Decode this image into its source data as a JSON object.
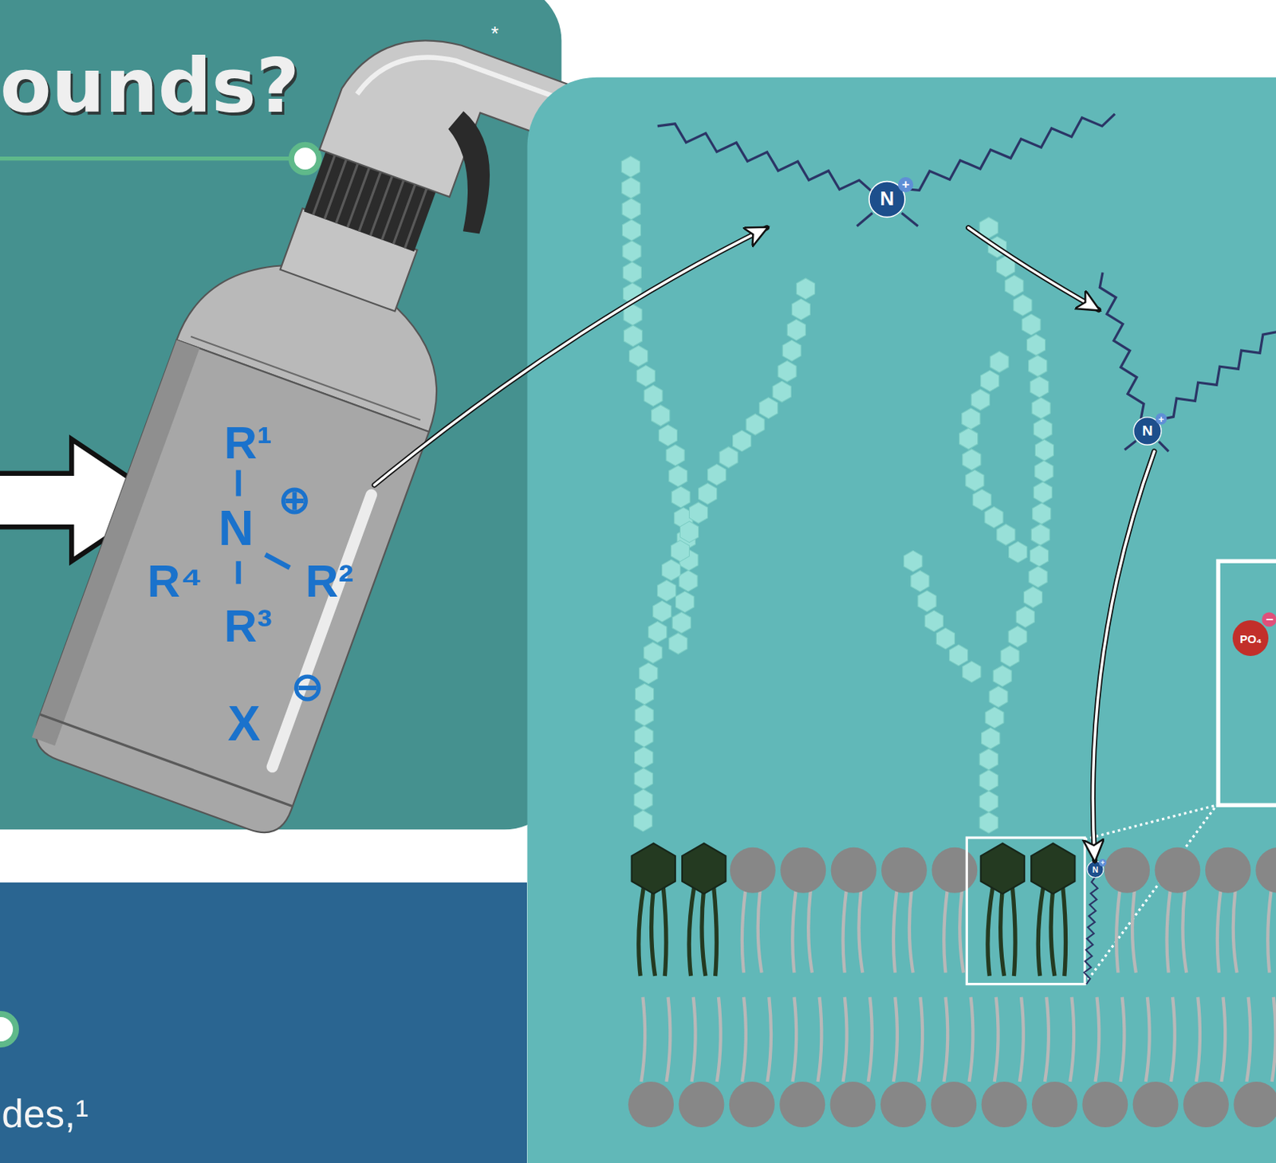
{
  "diagram": {
    "title": "ounds?",
    "nodes": [
      {
        "text": [
          "R¹",
          "N",
          "⊕",
          "R⁴",
          "R²",
          "R³",
          "X",
          "⊖"
        ]
      },
      {
        "text": [
          "N",
          "+"
        ]
      },
      {
        "text": [
          "N",
          "+"
        ]
      },
      {
        "text": [
          "N",
          "+"
        ]
      },
      {
        "text": [
          "PO₄",
          "−"
        ]
      },
      {
        "text": [
          "des,¹"
        ]
      }
    ],
    "edges": [
      {
        "from": 0,
        "to": 1,
        "arrow": "to"
      },
      {
        "from": 1,
        "to": 2,
        "arrow": "to"
      },
      {
        "from": 2,
        "to": 3,
        "arrow": "to"
      }
    ],
    "labels": [
      "*"
    ]
  }
}
